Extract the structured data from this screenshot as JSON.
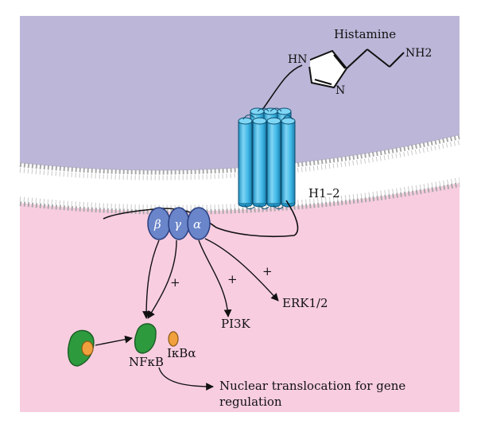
{
  "labels": {
    "histamine": "Histamine",
    "hn": "HN",
    "n": "N",
    "nh2": "NH2",
    "receptor": "H1–2",
    "beta": "β",
    "gamma": "γ",
    "alpha": "α",
    "plus_nfkb": "+",
    "plus_pi3k": "+",
    "plus_erk": "+",
    "erk": "ERK1/2",
    "pi3k": "PI3K",
    "nfkb": "NFκB",
    "ikba": "IκBα",
    "nuclear_line1": "Nuclear translocation for gene",
    "nuclear_line2": "regulation"
  },
  "colors": {
    "extracellular": "#bcb6d8",
    "cytoplasm": "#f8cde0",
    "receptor": "#3fb8e6",
    "g_protein": "#6a85c9",
    "nfkb": "#2e9a3e",
    "ikba": "#f0a03c"
  }
}
